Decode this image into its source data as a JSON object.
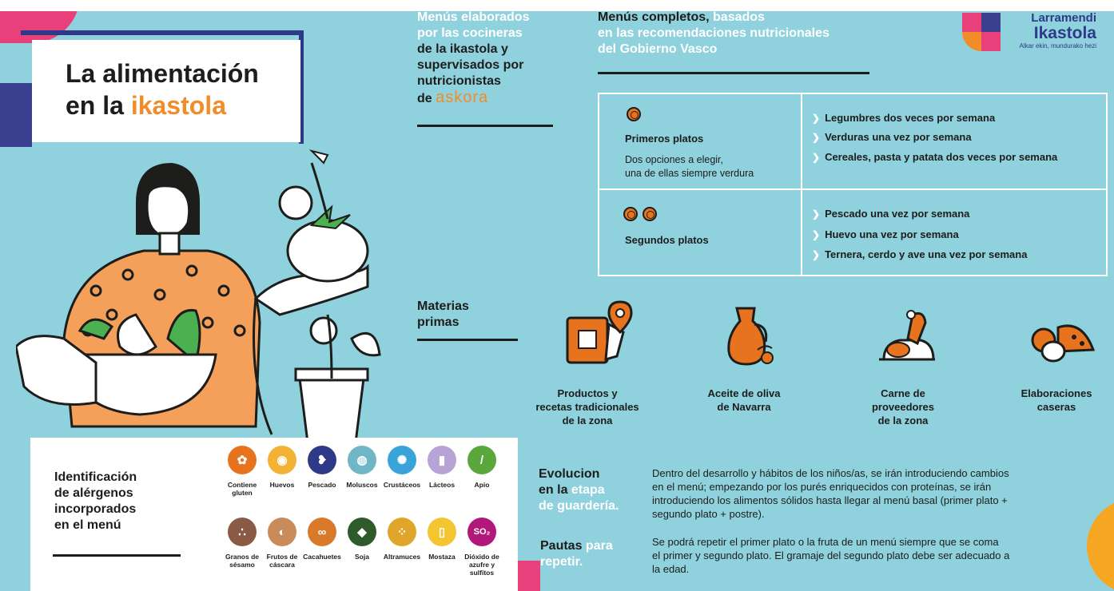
{
  "title": {
    "line1": "La alimentación",
    "line2_prefix": "en la ",
    "line2_highlight": "ikastola"
  },
  "intro_left": {
    "lines": [
      "Menús elaborados",
      "por las cocineras",
      "de la ikastola y",
      "supervisados por",
      "nutricionistas"
    ],
    "de": "de",
    "brand": "askora"
  },
  "intro_right": {
    "line1_dark": "Menús completos,",
    "line1_white": " basados",
    "line2": "en las recomendaciones nutricionales",
    "line3": "del Gobierno Vasco"
  },
  "logo": {
    "name1": "Larramendi",
    "name2": "Ikastola",
    "tagline": "Alkar ekin, mundurako hezi"
  },
  "menu": {
    "primeros": {
      "label": "Primeros platos",
      "note1": "Dos opciones a elegir,",
      "note2": "una de ellas siempre verdura",
      "items": [
        "Legumbres dos veces por semana",
        "Verduras una vez por semana",
        "Cereales, pasta y patata dos veces por semana"
      ]
    },
    "segundos": {
      "label": "Segundos platos",
      "items": [
        "Pescado una vez por semana",
        "Huevo una vez por semana",
        "Ternera, cerdo y ave una vez por semana"
      ]
    }
  },
  "materias": {
    "heading1": "Materias",
    "heading2": "primas",
    "items": [
      {
        "icon": "recipe-book-pin-icon",
        "lines": [
          "Productos y",
          "recetas tradicionales",
          "de la zona"
        ]
      },
      {
        "icon": "olive-oil-jug-icon",
        "lines": [
          "Aceite de oliva",
          "de Navarra"
        ]
      },
      {
        "icon": "meat-platter-icon",
        "lines": [
          "Carne de",
          "proveedores",
          "de la zona"
        ]
      },
      {
        "icon": "homemade-dishes-icon",
        "lines": [
          "Elaboraciones",
          "caseras"
        ]
      }
    ]
  },
  "allergens": {
    "heading": [
      "Identificación",
      "de alérgenos",
      "incorporados",
      "en el menú"
    ],
    "row1": [
      {
        "label": [
          "Contiene",
          "gluten"
        ],
        "color": "#e8731f",
        "glyph": "✿"
      },
      {
        "label": [
          "Huevos"
        ],
        "color": "#f2b233",
        "glyph": "◉"
      },
      {
        "label": [
          "Pescado"
        ],
        "color": "#2e3a87",
        "glyph": "❥"
      },
      {
        "label": [
          "Moluscos"
        ],
        "color": "#6fb6c6",
        "glyph": "◍"
      },
      {
        "label": [
          "Crustáceos"
        ],
        "color": "#3aa3d9",
        "glyph": "✺"
      },
      {
        "label": [
          "Lácteos"
        ],
        "color": "#b7a3d6",
        "glyph": "▮"
      },
      {
        "label": [
          "Apio"
        ],
        "color": "#5aa83c",
        "glyph": "/"
      }
    ],
    "row2": [
      {
        "label": [
          "Granos de",
          "sésamo"
        ],
        "color": "#8a5a44",
        "glyph": "∴"
      },
      {
        "label": [
          "Frutos de",
          "cáscara"
        ],
        "color": "#c98b5a",
        "glyph": "◐"
      },
      {
        "label": [
          "Cacahuetes"
        ],
        "color": "#d97a2b",
        "glyph": "∞"
      },
      {
        "label": [
          "Soja"
        ],
        "color": "#2f5a2c",
        "glyph": "◆"
      },
      {
        "label": [
          "Altramuces"
        ],
        "color": "#e0a62c",
        "glyph": "⁘"
      },
      {
        "label": [
          "Mostaza"
        ],
        "color": "#f2c531",
        "glyph": "▯"
      },
      {
        "label": [
          "Dióxido de",
          "azufre y",
          "sulfitos"
        ],
        "color": "#b2187a",
        "glyph": "SO₂"
      }
    ]
  },
  "evolucion": {
    "h1": "Evolucion",
    "h2_dark": "en la ",
    "h2_white": "etapa",
    "h3": "de guardería.",
    "text": [
      "Dentro del desarrollo y hábitos de los niños/as, se irán introduciendo cambios",
      "en el menú; empezando por los purés enriquecidos con proteínas, se irán",
      "introduciendo los alimentos sólidos hasta llegar al menú basal (primer plato +",
      "segundo plato + postre)."
    ]
  },
  "pautas": {
    "h1_dark": "Pautas ",
    "h1_white": "para",
    "h2": "repetir.",
    "text": [
      "Se podrá repetir el primer plato o la fruta de un menú siempre que se coma",
      "el primer y segundo plato. El gramaje del segundo plato debe ser adecuado a",
      "la edad."
    ]
  }
}
